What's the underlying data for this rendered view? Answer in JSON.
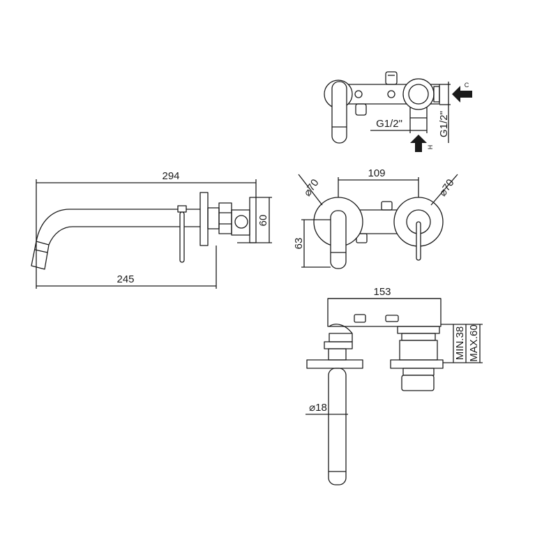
{
  "side_view": {
    "overall_length": "294",
    "spout_reach": "245",
    "body_depth": "60"
  },
  "top_view": {
    "inlet_thread_vertical": "G1/2\"",
    "inlet_thread_horizontal": "G1/2\"",
    "cold_label": "C",
    "hot_label": "H"
  },
  "front_view": {
    "center_distance": "109",
    "left_flange_diameter": "⌀70",
    "right_flange_diameter": "⌀70",
    "spout_height": "63"
  },
  "bottom_view": {
    "body_width": "153",
    "min_depth": "MIN.38",
    "max_depth": "MAX.60",
    "spout_diameter": "⌀18"
  },
  "colors": {
    "line": "#1a1a1a",
    "background": "#ffffff"
  }
}
